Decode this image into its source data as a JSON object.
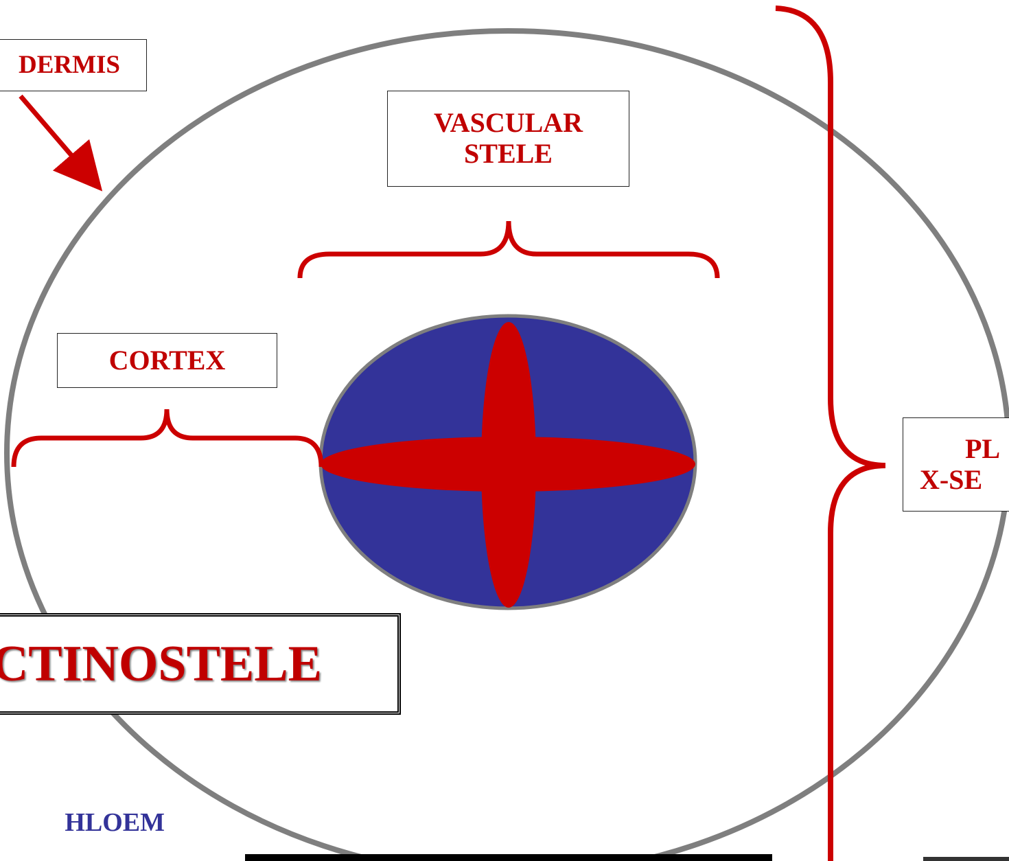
{
  "labels": {
    "epidermis": "DERMIS",
    "vascular_stele_line1": "VASCULAR",
    "vascular_stele_line2": "STELE",
    "cortex": "CORTEX",
    "plant_line1": "PL",
    "plant_line2": "X-SE",
    "title": "CTINOSTELE",
    "phloem": "HLOEM"
  },
  "colors": {
    "outer_outline": "#7f7f7f",
    "stele_fill": "#333399",
    "xylem_fill": "#cc0000",
    "label_text_red": "#c00000",
    "label_text_blue": "#333399",
    "bracket_red": "#cc0000"
  }
}
